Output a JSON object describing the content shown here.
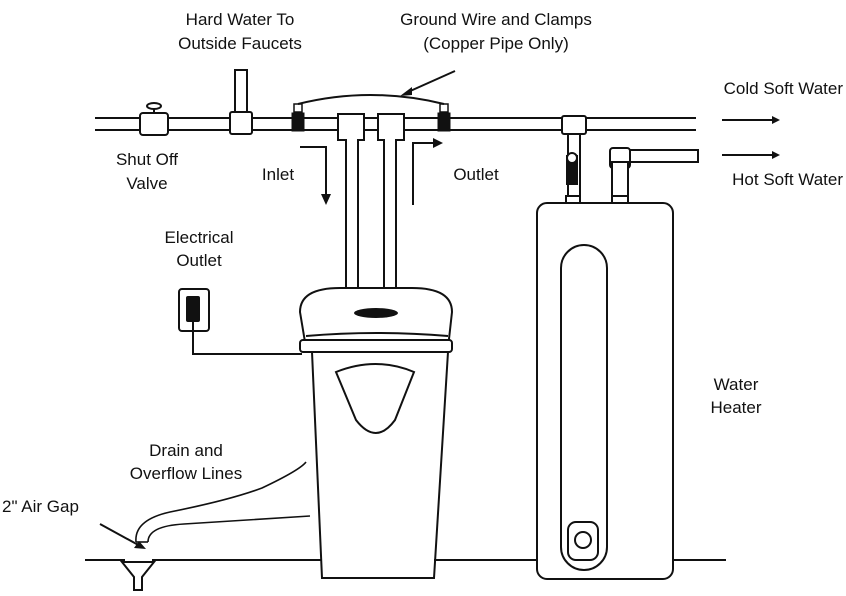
{
  "labels": {
    "hard_water_line1": "Hard Water To",
    "hard_water_line2": "Outside Faucets",
    "ground_wire_line1": "Ground Wire and Clamps",
    "ground_wire_line2": "(Copper Pipe Only)",
    "cold_soft_water": "Cold Soft Water",
    "hot_soft_water": "Hot Soft Water",
    "shut_off_line1": "Shut Off",
    "shut_off_line2": "Valve",
    "inlet": "Inlet",
    "outlet": "Outlet",
    "electrical_line1": "Electrical",
    "electrical_line2": "Outlet",
    "water_heater_line1": "Water",
    "water_heater_line2": "Heater",
    "drain_line1": "Drain and",
    "drain_line2": "Overflow Lines",
    "air_gap": "2\" Air Gap"
  },
  "colors": {
    "stroke": "#111111",
    "background": "#ffffff",
    "plug": "#111111"
  }
}
